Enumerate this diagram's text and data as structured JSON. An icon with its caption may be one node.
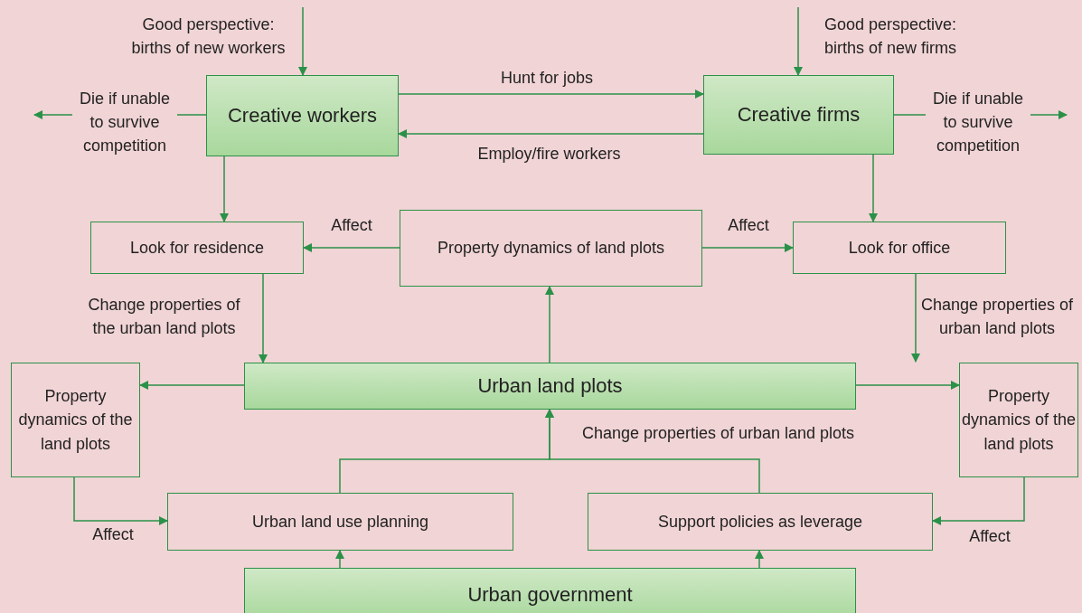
{
  "diagram": {
    "nodes": [
      {
        "text": [
          "Creative workers"
        ]
      },
      {
        "text": [
          "Creative firms"
        ]
      },
      {
        "text": [
          "Look for residence"
        ]
      },
      {
        "text": [
          "Property dynamics of land plots"
        ]
      },
      {
        "text": [
          "Look for office"
        ]
      },
      {
        "text": [
          "Property dynamics of the land plots"
        ]
      },
      {
        "text": [
          "Urban land plots"
        ]
      },
      {
        "text": [
          "Property dynamics of the land plots"
        ]
      },
      {
        "text": [
          "Urban land use planning"
        ]
      },
      {
        "text": [
          "Support policies as leverage"
        ]
      },
      {
        "text": [
          "Urban government"
        ]
      }
    ],
    "edges": [
      {
        "from": null,
        "to": 0,
        "arrow": "to",
        "label": "Good perspective: births of new workers"
      },
      {
        "from": null,
        "to": 1,
        "arrow": "to",
        "label": "Good perspective: births of new firms"
      },
      {
        "from": 0,
        "to": null,
        "arrow": "to",
        "label": "Die if unable to survive competition"
      },
      {
        "from": 1,
        "to": null,
        "arrow": "to",
        "label": "Die if unable to survive competition"
      },
      {
        "from": 0,
        "to": 1,
        "arrow": "to",
        "label": "Hunt for jobs"
      },
      {
        "from": 1,
        "to": 0,
        "arrow": "to",
        "label": "Employ/fire workers"
      },
      {
        "from": 0,
        "to": 2,
        "arrow": "to"
      },
      {
        "from": 1,
        "to": 4,
        "arrow": "to"
      },
      {
        "from": 3,
        "to": 2,
        "arrow": "to",
        "label": "Affect"
      },
      {
        "from": 3,
        "to": 4,
        "arrow": "to",
        "label": "Affect"
      },
      {
        "from": 2,
        "to": 6,
        "arrow": "to",
        "label": "Change properties of the urban land plots"
      },
      {
        "from": 4,
        "to": null,
        "arrow": "to",
        "label": "Change properties of urban land plots"
      },
      {
        "from": 6,
        "to": 3,
        "arrow": "to"
      },
      {
        "from": 6,
        "to": 5,
        "arrow": "to"
      },
      {
        "from": 6,
        "to": 7,
        "arrow": "to"
      },
      {
        "from": 5,
        "to": 8,
        "arrow": "to",
        "label": "Affect"
      },
      {
        "from": 7,
        "to": 9,
        "arrow": "to",
        "label": "Affect"
      },
      {
        "from": 8,
        "to": 6,
        "arrow": "to",
        "label": "Change properties of urban land plots"
      },
      {
        "from": 9,
        "to": 6,
        "arrow": "to"
      },
      {
        "from": 10,
        "to": 8,
        "arrow": "to"
      },
      {
        "from": 10,
        "to": 9,
        "arrow": "to"
      }
    ]
  }
}
